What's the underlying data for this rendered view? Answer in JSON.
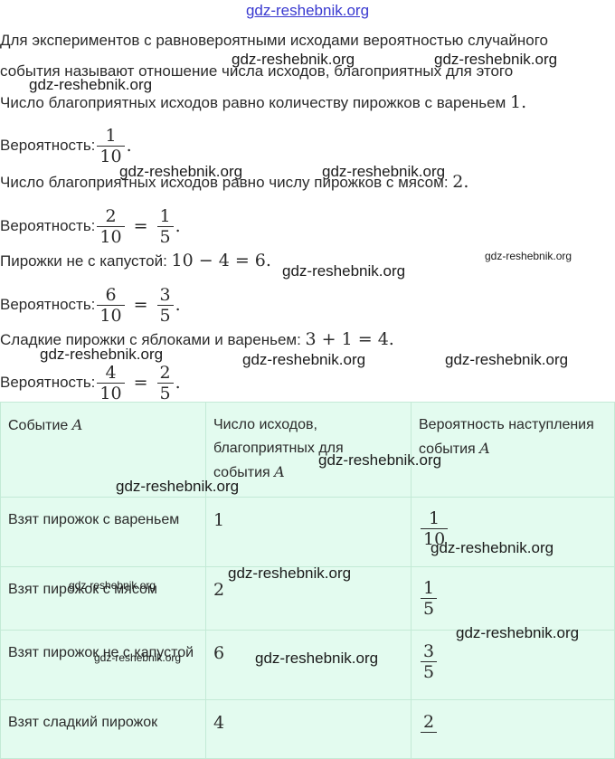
{
  "header": {
    "site_link": "gdz-reshebnik.org"
  },
  "text": {
    "intro1": "Для экспериментов с равновероятными исходами вероятностью случайного",
    "intro2": "события называют отношение числа исходов, благоприятных для этого",
    "fav_jam": "Число благоприятных исходов равно количеству пирожков с вареньем",
    "fav_jam_num": "1.",
    "prob_label": "Вероятность:",
    "fav_meat": "Число благоприятных исходов равно числу пирожков с мясом:",
    "fav_meat_num": "2.",
    "not_cabbage": "Пирожки не с капустой:",
    "not_cabbage_expr": "10 − 4 = 6.",
    "sweet": "Сладкие пирожки с яблоками и вареньем:",
    "sweet_expr": "3 + 1 = 4."
  },
  "probabilities": {
    "p1": {
      "num": "1",
      "den": "10"
    },
    "p2": {
      "num": "2",
      "den": "10",
      "num2": "1",
      "den2": "5"
    },
    "p3": {
      "num": "6",
      "den": "10",
      "num2": "3",
      "den2": "5"
    },
    "p4": {
      "num": "4",
      "den": "10",
      "num2": "2",
      "den2": "5"
    }
  },
  "table": {
    "headers": [
      "Событие",
      "Число исходов, благоприятных для события",
      "Вероятность наступления события"
    ],
    "event_var": "A",
    "rows": [
      {
        "event": "Взят пирожок с вареньем",
        "count": "1",
        "num": "1",
        "den": "10"
      },
      {
        "event": "Взят пирожок с мясом",
        "count": "2",
        "num": "1",
        "den": "5"
      },
      {
        "event": "Взят пирожок не с капустой",
        "count": "6",
        "num": "3",
        "den": "5"
      },
      {
        "event": "Взят сладкий пирожок",
        "count": "4",
        "num": "2",
        "den": ""
      }
    ]
  },
  "watermark": "gdz-reshebnik.org"
}
